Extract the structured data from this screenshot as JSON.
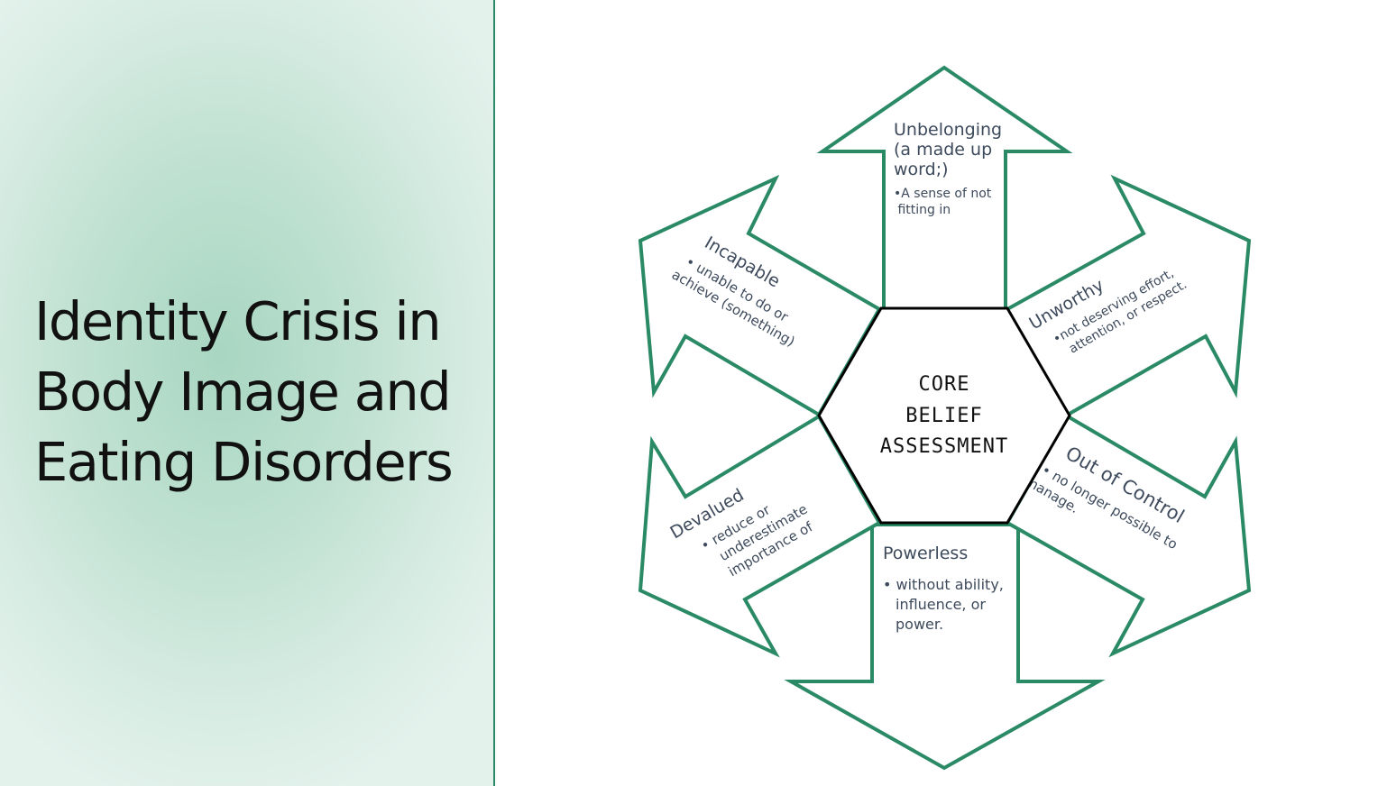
{
  "slide": {
    "title_lines": [
      "Identity Crisis in",
      "Body Image and",
      "Eating Disorders"
    ]
  },
  "diagram": {
    "center_lines": [
      "CORE",
      "BELIEF",
      "ASSESSMENT"
    ],
    "arrows": {
      "top": {
        "title_lines": [
          "Unbelonging",
          "(a made up",
          "word;)"
        ],
        "bullet_lines": [
          "•A sense of not",
          " fitting in"
        ]
      },
      "upper_left": {
        "title_lines": [
          "Incapable"
        ],
        "bullet_lines": [
          "• unable to do or",
          "achieve (something)"
        ]
      },
      "upper_right": {
        "title_lines": [
          "Unworthy"
        ],
        "bullet_lines": [
          "•not deserving effort,",
          "attention, or respect."
        ]
      },
      "lower_left": {
        "title_lines": [
          "Devalued"
        ],
        "bullet_lines": [
          "• reduce or",
          "underestimate",
          "importance of"
        ]
      },
      "lower_right": {
        "title_lines": [
          "Out of Control"
        ],
        "bullet_lines": [
          "• no longer possible to",
          "manage."
        ]
      },
      "bottom": {
        "title_lines": [
          "Powerless"
        ],
        "bullet_lines": [
          "• without ability,",
          "influence, or",
          "power."
        ]
      }
    }
  },
  "colors": {
    "arrow_stroke": "#2a8a66",
    "divider": "#2e8b6a",
    "panel_gradient_center": "#a8d6c2"
  }
}
